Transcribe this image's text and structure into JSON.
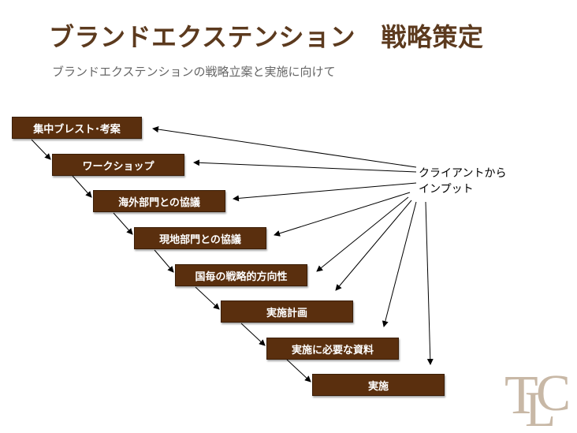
{
  "header": {
    "title": "ブランドエクステンション　戦略策定",
    "subtitle": "ブランドエクステンションの戦略立案と実施に向けて"
  },
  "steps": [
    {
      "label": "集中ブレスト･考案"
    },
    {
      "label": "ワークショップ"
    },
    {
      "label": "海外部門との協議"
    },
    {
      "label": "現地部門との協議"
    },
    {
      "label": "国毎の戦略的方向性"
    },
    {
      "label": "実施計画"
    },
    {
      "label": "実施に必要な資料"
    },
    {
      "label": "実施"
    }
  ],
  "client_input": {
    "line1": "クライアントから",
    "line2": "インプット"
  },
  "logo": {
    "text": "TLC"
  },
  "colors": {
    "title": "#5c3a1e",
    "step_fill": "#5a2f0e",
    "step_text": "#ffffff",
    "arrow": "#000000"
  }
}
